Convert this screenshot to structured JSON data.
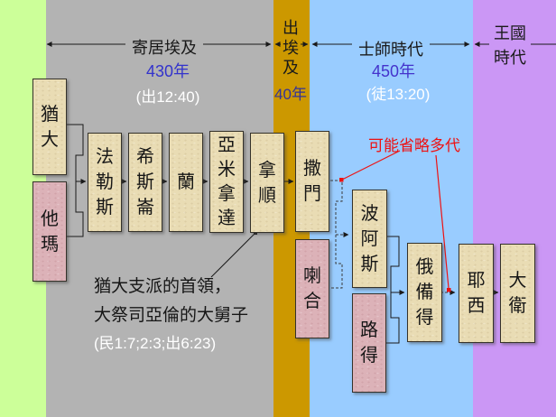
{
  "periods": {
    "egypt": {
      "label": "寄居埃及",
      "duration": "430年",
      "ref": "(出12:40)"
    },
    "exodus": {
      "label": "出埃及",
      "duration": "40年"
    },
    "judges": {
      "label": "士師時代",
      "duration": "450年",
      "ref": "(徒13:20)"
    },
    "kingdom": {
      "line1": "王國",
      "line2": "時代"
    }
  },
  "people": {
    "judah": "猶大",
    "tamar": "他瑪",
    "perez": "法勒斯",
    "hezron": "希斯崙",
    "ram": "蘭",
    "amminadab": "亞米拿達",
    "nahshon": "拿順",
    "salmon": "撒門",
    "rahab": "喇合",
    "boaz": "波阿斯",
    "ruth": "路得",
    "obed": "俄備得",
    "jesse": "耶西",
    "david": "大衛"
  },
  "annotations": {
    "omitted_generations": "可能省略多代",
    "nahshon_note": {
      "line1": "猶大支派的首領，",
      "line2": "大祭司亞倫的大舅子",
      "ref": "(民1:7;2:3;出6:23)"
    }
  },
  "colors": {
    "band_green": "#ccff99",
    "band_gray": "#b3b3b3",
    "band_gold": "#cc9800",
    "band_blue": "#99ccff",
    "band_purple": "#cb97f5",
    "box_male_tan": "#e9dcb4",
    "box_female_pink": "#dcb2b8",
    "annotation_red": "#ee1111",
    "duration_egypt_blue": "#3333cc",
    "duration_judges_blue": "#4433cc",
    "duration_exodus_navy": "#333399",
    "ref_white": "#ffffff"
  }
}
